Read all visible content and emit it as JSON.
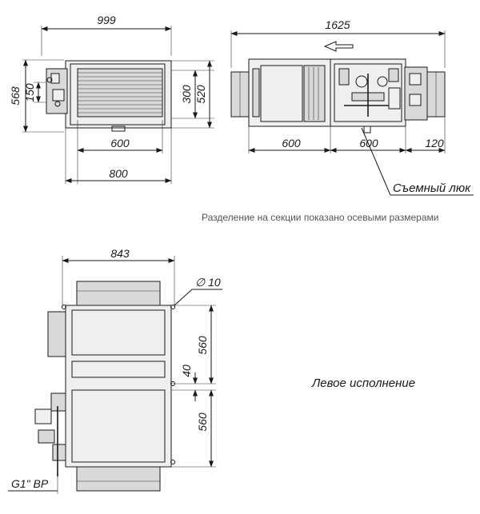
{
  "dimensions": {
    "front_width": "999",
    "front_height": "568",
    "front_flange_150": "150",
    "front_opening_300": "300",
    "front_520": "520",
    "front_600": "600",
    "front_800": "800",
    "side_length": "1625",
    "side_600_left": "600",
    "side_600_right": "600",
    "side_120": "120",
    "bottom_width": "843",
    "bottom_hole": "∅ 10",
    "bottom_560_top": "560",
    "bottom_40": "40",
    "bottom_560_bottom": "560",
    "bottom_pipe": "G1\" ВР"
  },
  "labels": {
    "hatch": "Съемный люк",
    "section_note": "Разделение на секции показано осевыми размерами",
    "variant": "Левое исполнение"
  }
}
